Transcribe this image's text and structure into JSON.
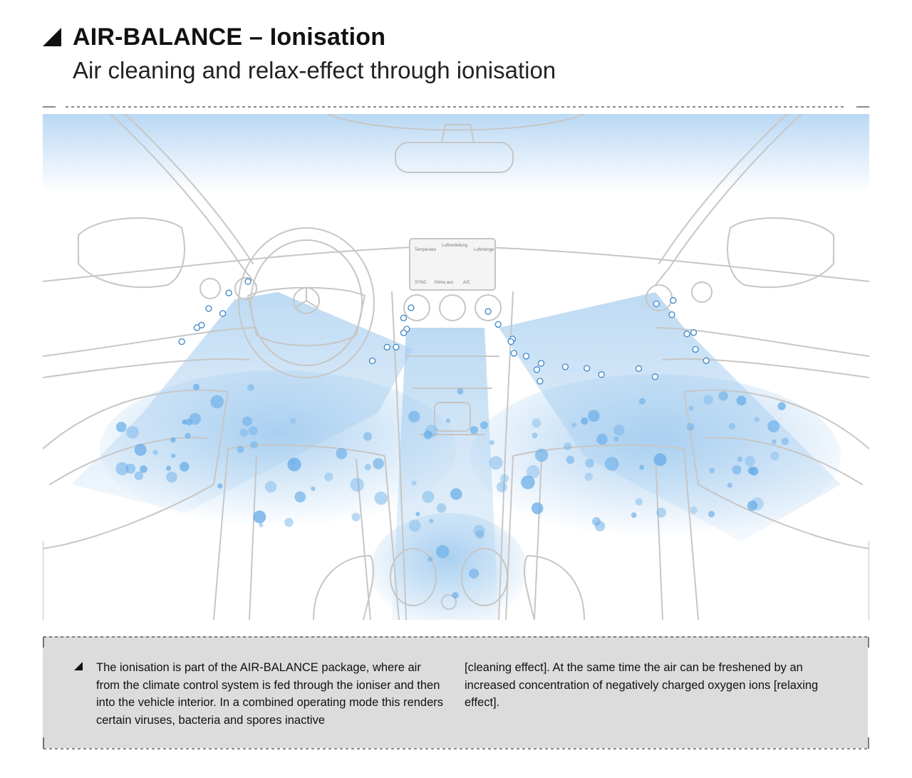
{
  "header": {
    "title": "AIR-BALANCE – Ionisation",
    "subtitle": "Air cleaning and relax-effect through ionisation"
  },
  "figure": {
    "screen_labels": [
      "Temperatur",
      "Luftverteilung",
      "Luftmenge"
    ],
    "screen_bottom": [
      "SYNC",
      "Klima aus",
      "A/C"
    ],
    "colors": {
      "airflow": "#9cc8ee",
      "ion": "#6aaee8",
      "ion_outline": "#3a86c8",
      "line": "#c8c8c8"
    }
  },
  "text_box": {
    "col1": "The ionisation is part of the AIR-BALANCE package, where air from the climate control system is fed through the ioniser and then into the vehicle interior. In a combined operating mode this renders certain viruses, bacteria and spores inactive",
    "col2": "[cleaning effect]. At the same time the air can be freshened by an increased concentration of negatively charged oxygen ions [relaxing effect]."
  }
}
